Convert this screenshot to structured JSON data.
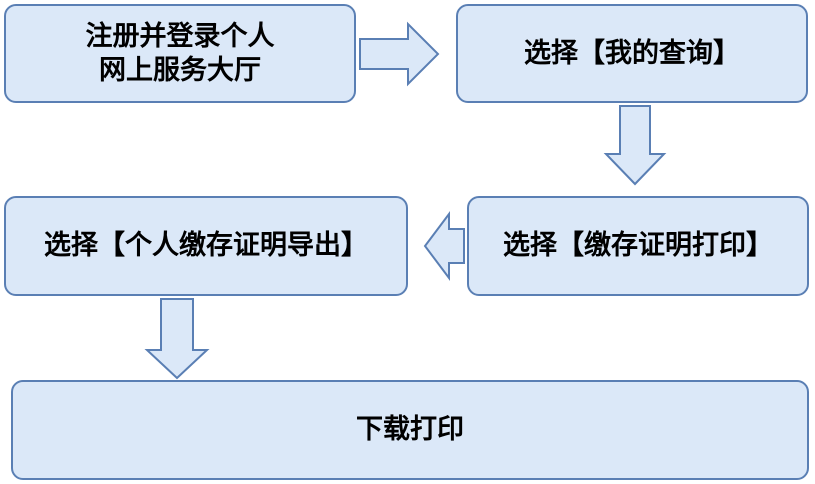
{
  "diagram": {
    "steps": [
      {
        "id": "step-1",
        "lines": [
          "注册并登录个人",
          "网上服务大厅"
        ]
      },
      {
        "id": "step-2",
        "lines": [
          "选择【我的查询】"
        ]
      },
      {
        "id": "step-3",
        "lines": [
          "选择【缴存证明打印】"
        ]
      },
      {
        "id": "step-4",
        "lines": [
          "选择【个人缴存证明导出】"
        ]
      },
      {
        "id": "step-5",
        "lines": [
          "下载打印"
        ]
      }
    ]
  },
  "colors": {
    "box_fill": "#dbe8f8",
    "box_border": "#5a7fb4",
    "text": "#000000"
  }
}
